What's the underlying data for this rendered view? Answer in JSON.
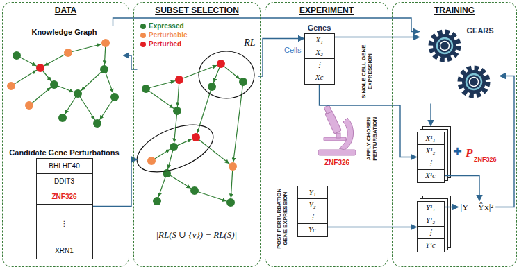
{
  "diagram": {
    "nodes": [
      {
        "text": [
          "DATA"
        ]
      },
      {
        "text": [
          "Knowledge Graph"
        ],
        "in": 0
      },
      {
        "text": [
          "Candidate Gene Perturbations",
          "BHLHE40",
          "DDIT3",
          "ZNF326",
          "⋮",
          "XRN1"
        ],
        "in": 0
      },
      {
        "text": [
          "SUBSET SELECTION"
        ]
      },
      {
        "text": [
          "RL"
        ],
        "in": 3
      },
      {
        "text": [
          "EXPERIMENT"
        ]
      },
      {
        "text": [
          "Cells",
          "Genes",
          "X₁",
          "X₂",
          "⋮",
          "Xc"
        ],
        "in": 5
      },
      {
        "text": [
          "Y₁",
          "Y₂",
          "⋮",
          "Yc"
        ],
        "in": 5
      },
      {
        "text": [
          "TRAINING"
        ]
      },
      {
        "text": [
          "GEARS"
        ],
        "in": 8
      },
      {
        "text": [
          "X¹₁",
          "X¹₂",
          "⋮",
          "X¹c"
        ],
        "in": 8
      },
      {
        "text": [
          "Y¹₁",
          "Y¹₂",
          "⋮",
          "Y¹c"
        ],
        "in": 8
      },
      {
        "text": [
          "|Y − Ŷx|²"
        ],
        "in": 8
      }
    ],
    "edges": [
      {
        "from": 2,
        "to": 4,
        "arrow": "to"
      },
      {
        "from": 4,
        "to": 1,
        "arrow": "to"
      },
      {
        "from": 1,
        "to": 9,
        "arrow": "to"
      },
      {
        "from": 4,
        "to": 6,
        "arrow": "to"
      },
      {
        "from": 6,
        "to": 9,
        "arrow": "to"
      },
      {
        "from": 6,
        "to": 10,
        "arrow": "to"
      },
      {
        "from": 7,
        "to": 11,
        "arrow": "to"
      },
      {
        "from": 10,
        "to": 12,
        "arrow": "to"
      },
      {
        "from": 11,
        "to": 12,
        "arrow": "to"
      },
      {
        "from": 12,
        "to": 9,
        "arrow": "to"
      },
      {
        "from": 9,
        "to": 10,
        "arrow": "to"
      }
    ],
    "labels": [
      "|RL(S ∪ {v}) − RL(S)|",
      "SINGLE CELL GENE EXPRESSION",
      "ZNF326",
      "APPLY CHOSEN PERTURBATION",
      "POST PERTURBATION GENE EXPRESSION",
      "+",
      "P",
      "ZNF326"
    ],
    "legend": [
      {
        "text": "Expressed",
        "color": "#2e7d32"
      },
      {
        "text": "Perturbable",
        "color": "#f28c4e"
      },
      {
        "text": "Perturbed",
        "color": "#e31e24"
      }
    ]
  }
}
